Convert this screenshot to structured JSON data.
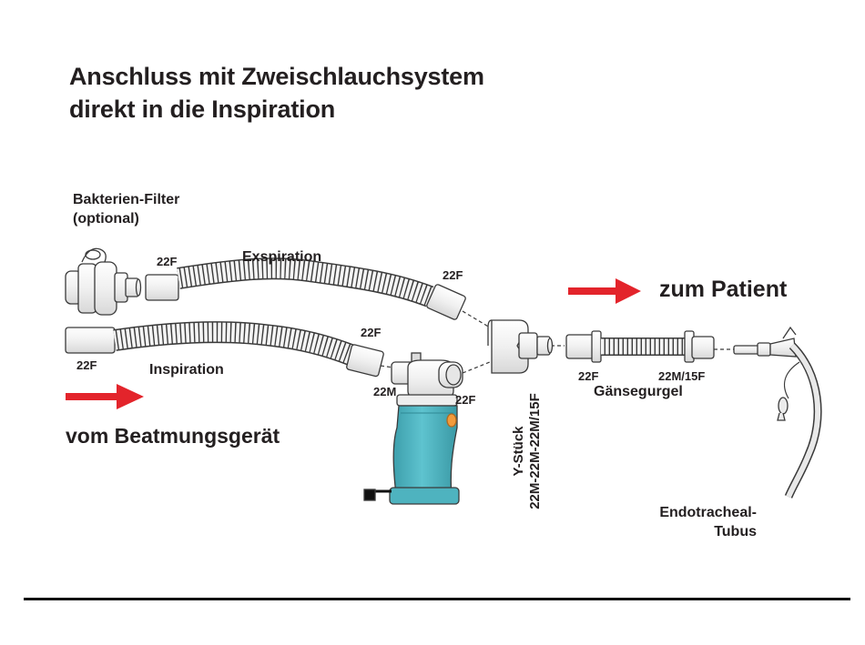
{
  "title": {
    "line1": "Anschluss mit Zweischlauchsystem",
    "line2": "direkt in die Inspiration"
  },
  "labels": {
    "filter_line1": "Bakterien-Filter",
    "filter_line2": "(optional)",
    "exsp_22f_left": "22F",
    "exspiration": "Exspiration",
    "exsp_22f_right": "22F",
    "insp_22f_left": "22F",
    "inspiration": "Inspiration",
    "insp_22f_right": "22F",
    "zum_patient": "zum Patient",
    "vom_geraet": "vom Beatmungsgerät",
    "humid_22m": "22M",
    "humid_22f": "22F",
    "y_line1": "Y-Stück",
    "y_line2": "22M-22M-22M/15F",
    "goose_22f": "22F",
    "goose_22m15f": "22M/15F",
    "gaensegurgel": "Gänsegurgel",
    "tubus_line1": "Endotracheal-",
    "tubus_line2": "Tubus"
  },
  "colors": {
    "arrow_red": "#e3242b",
    "humidifier_teal": "#4eb3bf",
    "orange_button": "#f29b3c",
    "outline": "#3a3a3a",
    "tube_fill": "#f3f3f3"
  }
}
